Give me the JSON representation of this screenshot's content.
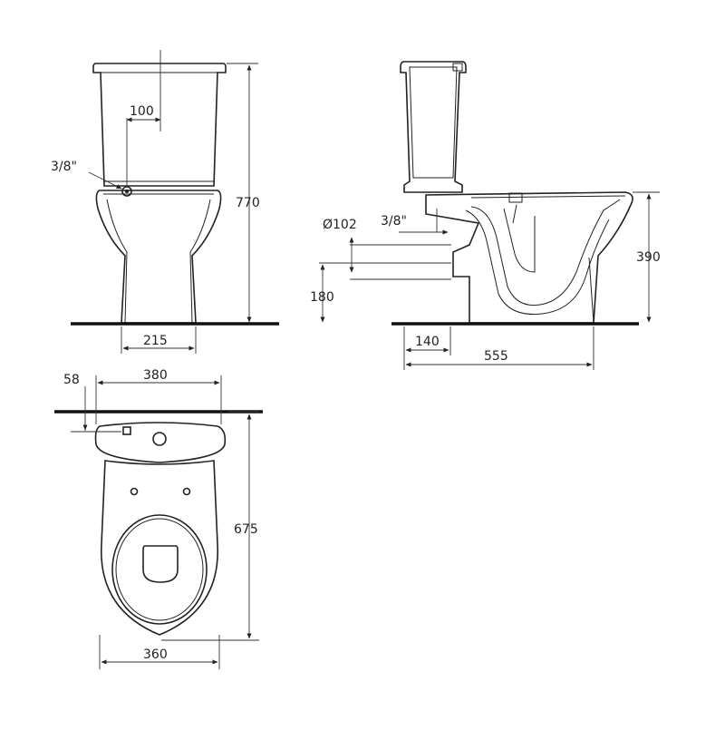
{
  "front_view": {
    "dim_height": "770",
    "dim_inlet_offset": "100",
    "dim_inlet_thread": "3/8\"",
    "dim_base_width": "215"
  },
  "side_view": {
    "dim_outlet_diameter": "Ø102",
    "dim_inlet_thread": "3/8\"",
    "dim_outlet_height": "180",
    "dim_bowl_height": "390",
    "dim_outlet_projection": "140",
    "dim_depth": "555"
  },
  "top_view": {
    "dim_wall_offset": "58",
    "dim_tank_width": "380",
    "dim_length": "675",
    "dim_bowl_width": "360"
  }
}
